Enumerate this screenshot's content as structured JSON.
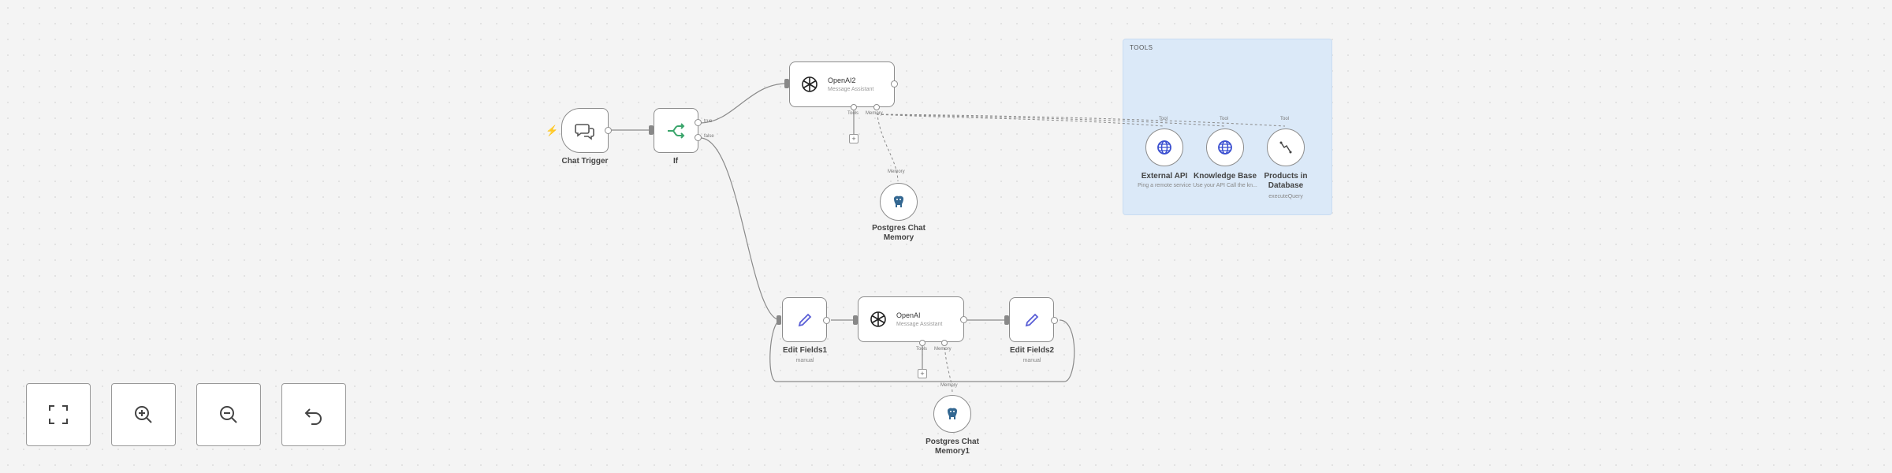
{
  "sticky": {
    "title": "TOOLS"
  },
  "nodes": {
    "chat_trigger": {
      "label": "Chat Trigger"
    },
    "if": {
      "label": "If",
      "out_true": "true",
      "out_false": "false"
    },
    "openai2": {
      "title": "OpenAI2",
      "subtitle": "Message Assistant"
    },
    "openai": {
      "title": "OpenAI",
      "subtitle": "Message Assistant"
    },
    "edit_fields1": {
      "label": "Edit Fields1",
      "sublabel": "manual"
    },
    "edit_fields2": {
      "label": "Edit Fields2",
      "sublabel": "manual"
    },
    "postgres_memory": {
      "label_line1": "Postgres Chat",
      "label_line2": "Memory"
    },
    "postgres_memory1": {
      "label_line1": "Postgres Chat",
      "label_line2": "Memory1"
    },
    "external_api": {
      "label": "External API",
      "sublabel": "Ping a remote service"
    },
    "knowledge_base": {
      "label": "Knowledge Base",
      "sublabel": "Use your API Call the kn..."
    },
    "products_db": {
      "label_line1": "Products in",
      "label_line2": "Database",
      "sublabel": "executeQuery"
    }
  },
  "connectors": {
    "tools": "Tools",
    "memory": "Memory",
    "tool": "Tool"
  },
  "controls": {
    "fit": "fit-view",
    "zoom_in": "zoom-in",
    "zoom_out": "zoom-out",
    "undo": "undo"
  },
  "colors": {
    "canvas": "#f4f4f4",
    "sticky": "#dbe9f8",
    "if_icon": "#3aa56b",
    "edit_icon": "#5a5fd6",
    "globe_icon": "#3b4fd0",
    "trigger_accent": "#e8474c"
  }
}
